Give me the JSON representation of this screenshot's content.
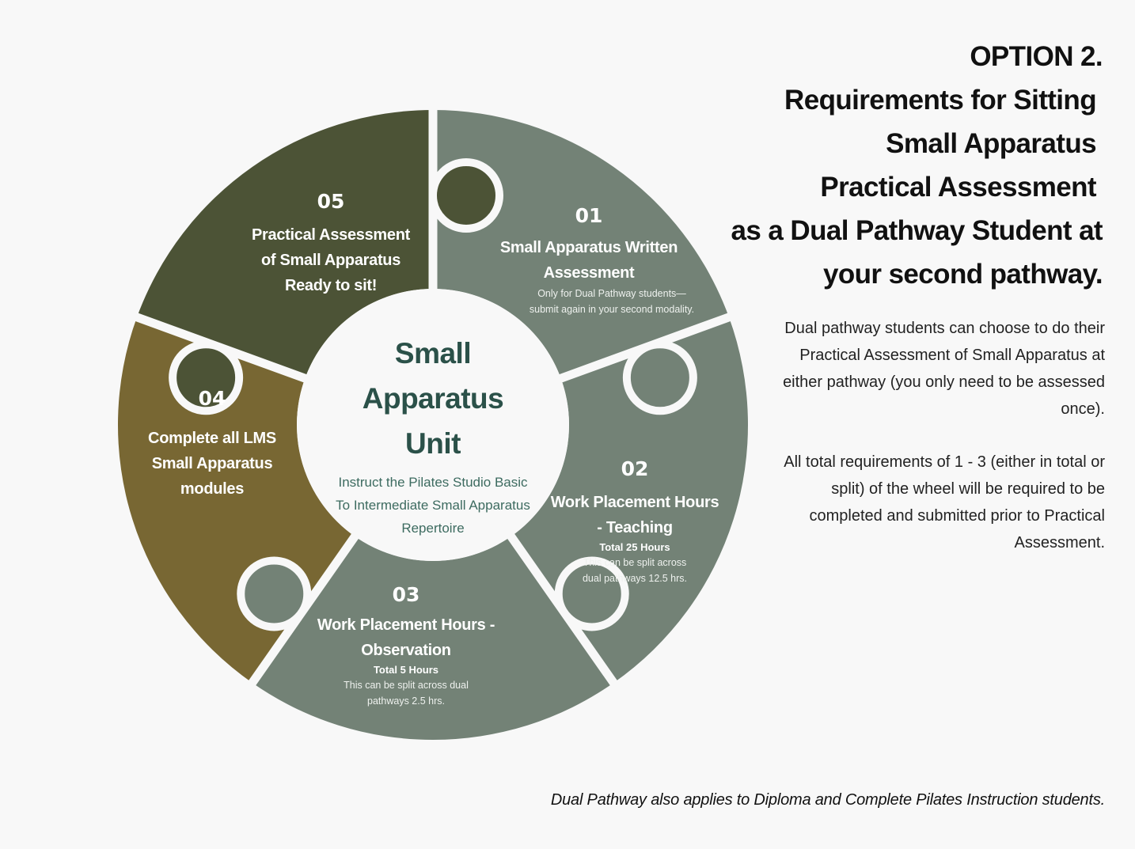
{
  "heading": {
    "lines": [
      "OPTION 2.",
      "Requirements for Sitting",
      "Small Apparatus",
      "Practical Assessment",
      "as a Dual Pathway Student at",
      "your second pathway."
    ]
  },
  "center": {
    "title_lines": [
      "Small",
      "Apparatus",
      "Unit"
    ],
    "subtitle_lines": [
      "Instruct the Pilates Studio Basic",
      "To Intermediate Small Apparatus",
      "Repertoire"
    ]
  },
  "segments": [
    {
      "number": "01",
      "title_lines": [
        "Small Apparatus Written",
        "Assessment"
      ],
      "subtitle": "",
      "note_lines": [
        "Only for Dual Pathway students—",
        "submit again in your second modality."
      ],
      "color": "#738276"
    },
    {
      "number": "02",
      "title_lines": [
        "Work Placement Hours",
        "- Teaching"
      ],
      "subtitle": "Total 25 Hours",
      "note_lines": [
        "This can be split across",
        "dual pathways 12.5 hrs."
      ],
      "color": "#738276"
    },
    {
      "number": "03",
      "title_lines": [
        "Work Placement Hours -",
        "Observation"
      ],
      "subtitle": "Total 5 Hours",
      "note_lines": [
        "This can be split across dual",
        "pathways 2.5 hrs."
      ],
      "color": "#738276"
    },
    {
      "number": "04",
      "title_lines": [
        "Complete all LMS",
        "Small Apparatus",
        "modules"
      ],
      "subtitle": "",
      "note_lines": [],
      "color": "#786733"
    },
    {
      "number": "05",
      "title_lines": [
        "Practical Assessment",
        "of Small Apparatus",
        "Ready to sit!"
      ],
      "subtitle": "",
      "note_lines": [],
      "color": "#4c5336"
    }
  ],
  "paragraphs": [
    "Dual pathway students can choose to do their Practical Assessment of Small Apparatus at either pathway (you only need to be assessed once).",
    "All total requirements of 1 - 3 (either in total or split) of the wheel will be required to be completed and submitted prior to Practical Assessment."
  ],
  "footnote": "Dual Pathway also applies to Diploma and Complete Pilates Instruction students.",
  "colors": {
    "background": "#f8f8f8",
    "center_fill": "#f8f8f8",
    "center_title": "#2b5149",
    "divider": "#f8f8f8"
  }
}
